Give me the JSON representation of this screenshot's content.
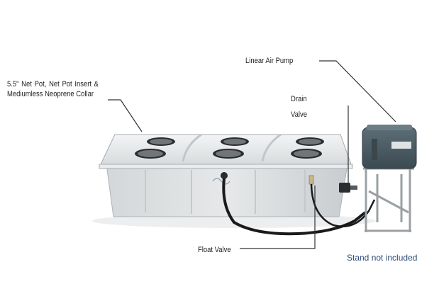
{
  "callouts": {
    "net_pot": "5.5\" Net Pot, Net Pot Insert & Mediumless Neoprene Collar",
    "air_pump": "Linear Air Pump",
    "drain_line1": "Drain",
    "drain_line2": "Valve",
    "float_valve": "Float Valve"
  },
  "note": "Stand not included",
  "colors": {
    "tub": "#e1e3e4",
    "tub_shadow": "#b9bdc0",
    "pump": "#4a5a62",
    "hose": "#1a1a1a",
    "stand": "#9aa0a4",
    "note_text": "#2e4e7a",
    "leader_line": "#333333"
  }
}
